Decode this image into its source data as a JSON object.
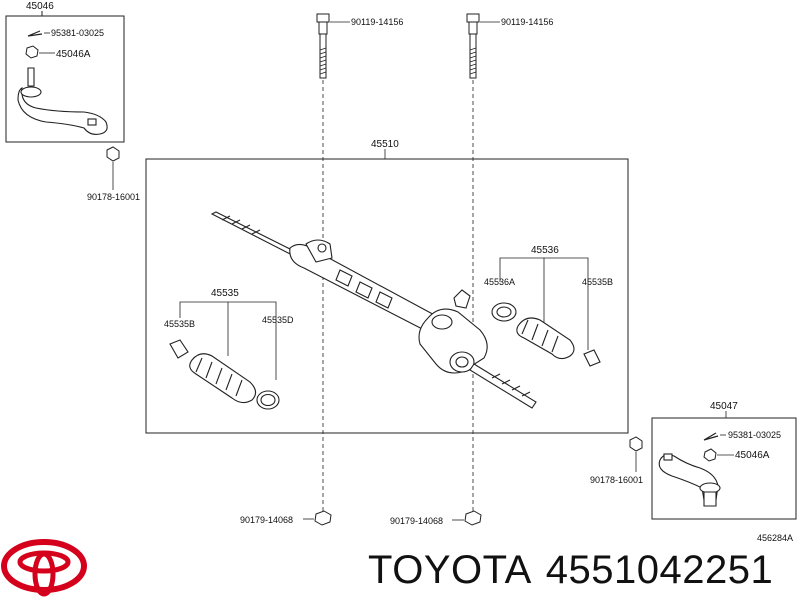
{
  "labels": {
    "tie_rod_end_left": "45046",
    "cotter_pin_left": "95381-03025",
    "nut_left": "45046A",
    "nut_left_outer": "90178-16001",
    "bolt_left": "90119-14156",
    "bolt_right": "90119-14156",
    "rack_assembly": "45510",
    "boot_kit_right": "45536",
    "boot_right_band_a": "45536A",
    "boot_right_band_b": "45535B",
    "boot_kit_left": "45535",
    "boot_left_band_b": "45535B",
    "boot_left_band_d": "45535D",
    "tie_rod_end_right": "45047",
    "cotter_pin_right": "95381-03025",
    "nut_right": "45046A",
    "nut_right_outer": "90178-16001",
    "bottom_nut_left": "90179-14068",
    "bottom_nut_right": "90179-14068",
    "drawing_code": "456284A"
  },
  "brand": {
    "name": "TOYOTA",
    "part_number": "4551042251",
    "logo_color": "#d5001c"
  }
}
